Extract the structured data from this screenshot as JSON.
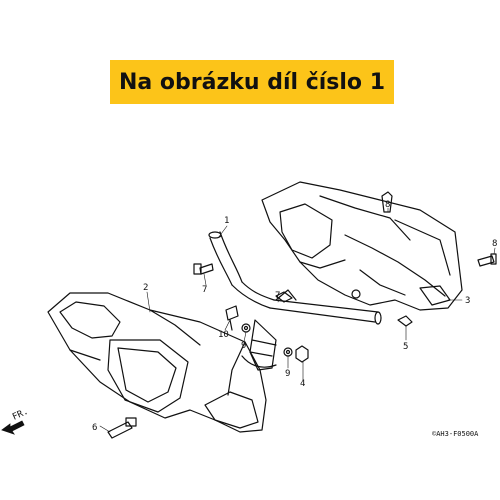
{
  "banner": {
    "text": "Na obrázku díl číslo 1",
    "color": "#fcc419"
  },
  "diagram": {
    "callouts": [
      "1",
      "2",
      "3",
      "4",
      "5",
      "6",
      "7",
      "7",
      "8",
      "8",
      "9",
      "9",
      "10"
    ],
    "direction_label": "FR.",
    "drawing_code": "©AH3-F0500A"
  }
}
